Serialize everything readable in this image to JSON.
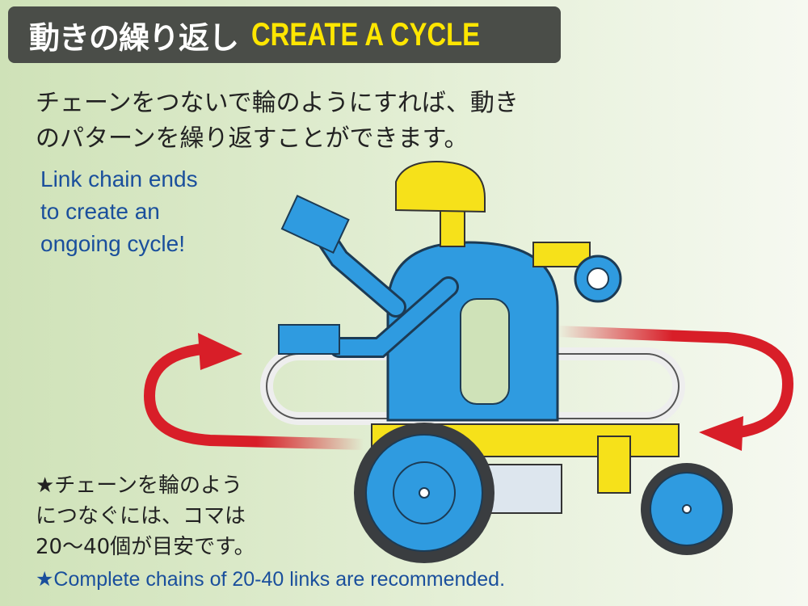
{
  "title": {
    "japanese": "動きの繰り返し",
    "english": "CREATE A CYCLE"
  },
  "intro_jp": [
    "チェーンをつないで輪のようにすれば、動き",
    "のパターンを繰り返すことができます。"
  ],
  "intro_en": [
    "Link chain ends",
    "to create an",
    "ongoing cycle!"
  ],
  "note_jp": [
    "★チェーンを輪のよう",
    "につなぐには、コマは",
    "20〜40個が目安です。"
  ],
  "note_en": "★Complete chains of 20-40 links are recommended.",
  "colors": {
    "title_bg": "#4a4d48",
    "title_accent": "#ffe600",
    "english_text": "#1a4f9c",
    "arrow": "#d81e28",
    "robot_body": "#2f9be0",
    "robot_parts": "#f6e11a"
  }
}
